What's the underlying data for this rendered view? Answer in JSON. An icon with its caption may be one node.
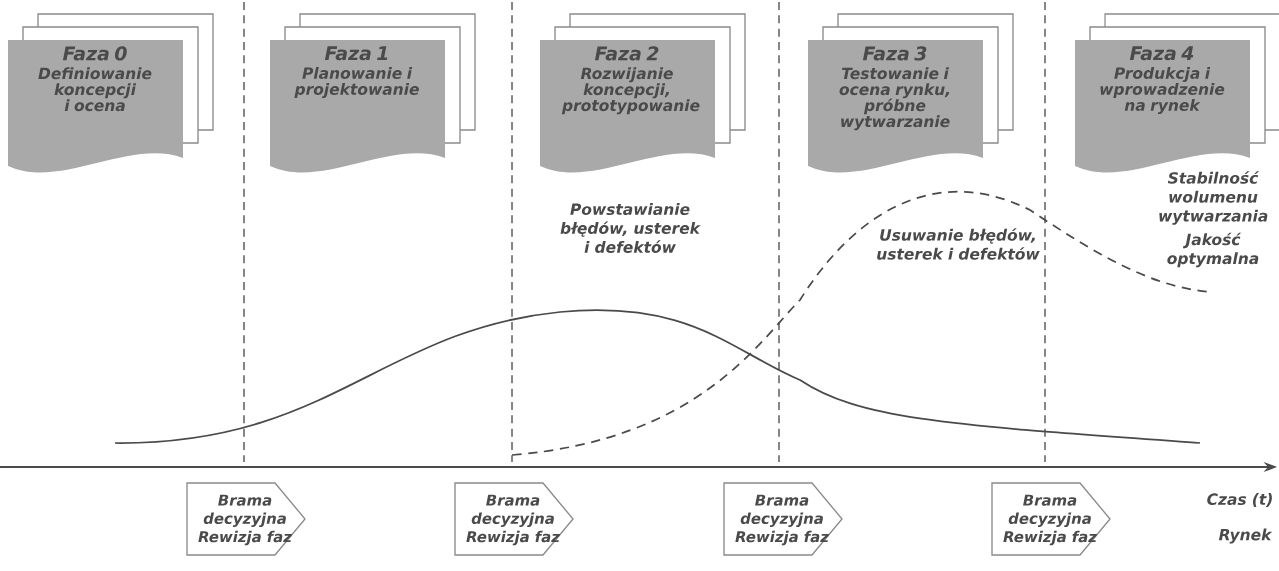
{
  "diagram": {
    "nodes": [
      {
        "text": [
          "Faza 0",
          "Definiowanie koncepcji i ocena"
        ]
      },
      {
        "text": [
          "Faza 1",
          "Planowanie i projektowanie"
        ]
      },
      {
        "text": [
          "Faza 2",
          "Rozwijanie koncepcji, prototypowanie"
        ]
      },
      {
        "text": [
          "Faza 3",
          "Testowanie i ocena rynku, próbne wytwarzanie"
        ]
      },
      {
        "text": [
          "Faza 4",
          "Produkcja i wprowadzenie na rynek"
        ]
      },
      {
        "text": [
          "Brama decyzyjna",
          "Rewizja faz"
        ]
      },
      {
        "text": [
          "Brama decyzyjna",
          "Rewizja faz"
        ]
      },
      {
        "text": [
          "Brama decyzyjna",
          "Rewizja faz"
        ]
      },
      {
        "text": [
          "Brama decyzyjna",
          "Rewizja faz"
        ]
      }
    ],
    "labels": [
      "Powstawianie błędów, usterek i defektów",
      "Usuwanie błędów, usterek i defektów",
      "Stabilność wolumenu wytwarzania",
      "Jakość optymalna",
      "Czas (t)",
      "Rynek"
    ]
  }
}
